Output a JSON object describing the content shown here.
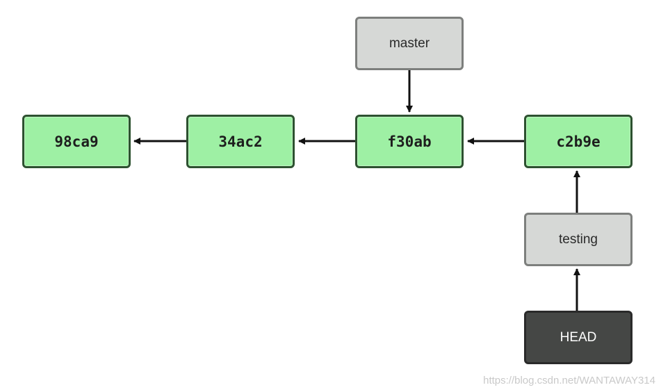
{
  "commits": [
    {
      "id": "98ca9"
    },
    {
      "id": "34ac2"
    },
    {
      "id": "f30ab"
    },
    {
      "id": "c2b9e"
    }
  ],
  "branches": {
    "master": "master",
    "testing": "testing"
  },
  "head": "HEAD",
  "watermark": "https://blog.csdn.net/WANTAWAY314",
  "colors": {
    "commit_fill": "#9ef0a4",
    "commit_border": "#2d5130",
    "branch_fill": "#d6d8d6",
    "branch_border": "#7d7f7d",
    "head_fill": "#454745",
    "arrow": "#111111"
  }
}
